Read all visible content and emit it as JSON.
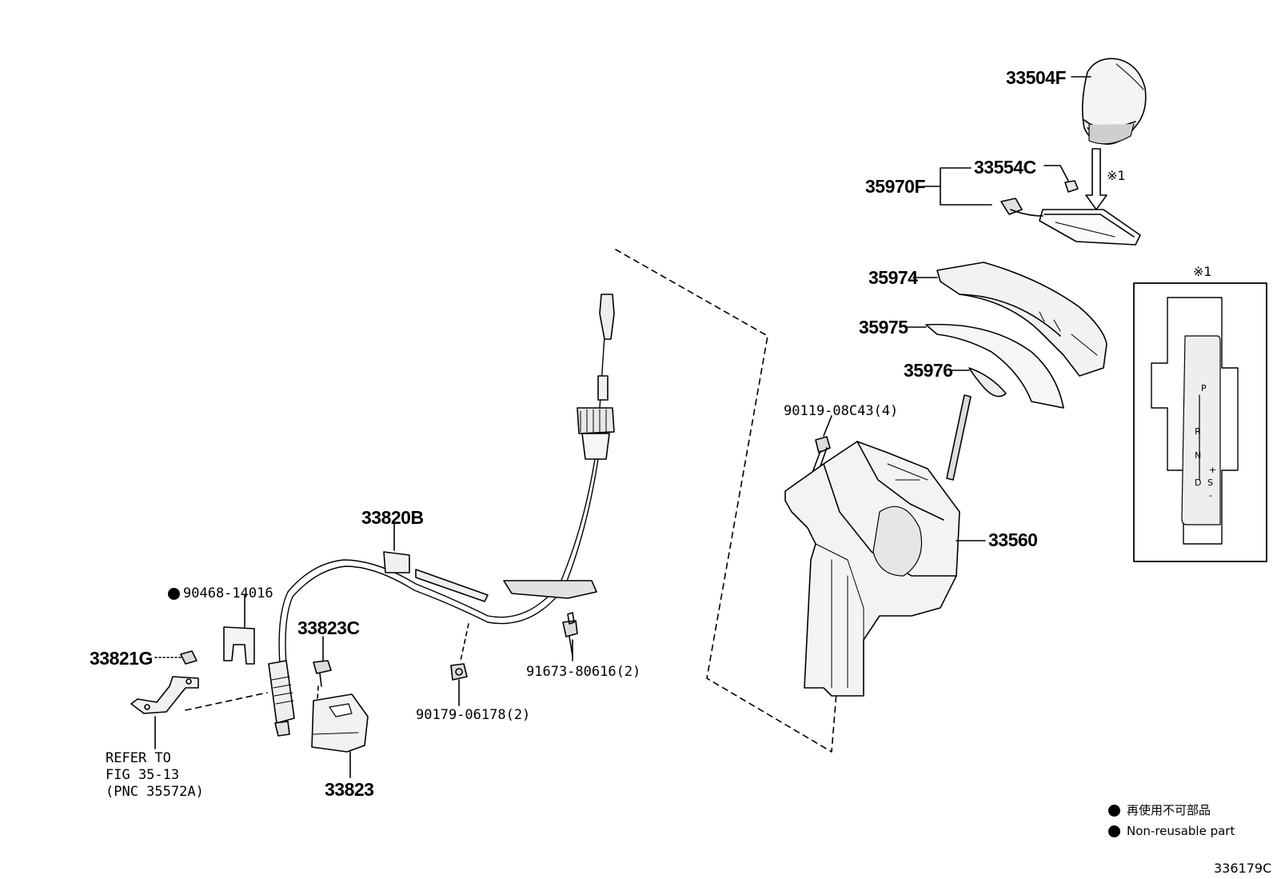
{
  "parts": {
    "p33504F": "33504F",
    "p33554C": "33554C",
    "p35970F": "35970F",
    "p35974": "35974",
    "p35975": "35975",
    "p35976": "35976",
    "p90119": "90119-08C43(4)",
    "p33560": "33560",
    "p33820B": "33820B",
    "p90468": "90468-14016",
    "p33823C": "33823C",
    "p33821G": "33821G",
    "p91673": "91673-80616(2)",
    "p90179": "90179-06178(2)",
    "p33823": "33823"
  },
  "note": {
    "line1": "REFER TO",
    "line2": "FIG 35-13",
    "line3": "(PNC 35572A)"
  },
  "ref_mark": "※1",
  "inset": {
    "title": "※1",
    "gate_p": "P",
    "gate_r": "R",
    "gate_n": "N",
    "gate_d": "D",
    "gate_s": "S",
    "gate_plus": "+",
    "gate_minus": "-"
  },
  "legend": {
    "ja": "再使用不可部品",
    "en": "Non-reusable part"
  },
  "figure_id": "336179C"
}
